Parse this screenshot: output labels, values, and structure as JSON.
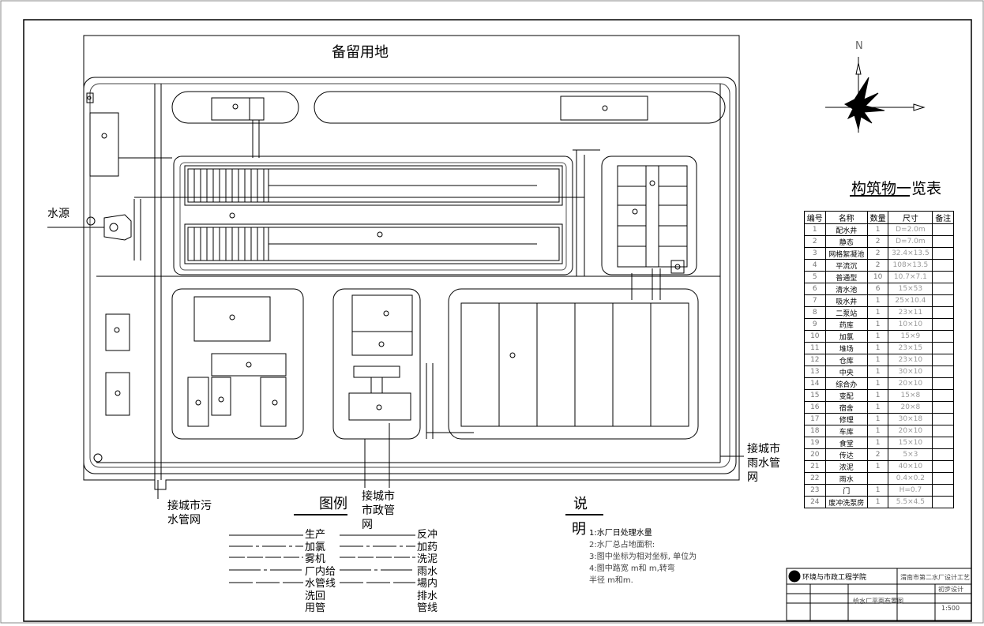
{
  "reserved_land": "备留用地",
  "north": "N",
  "water_source": "水源",
  "outlets": {
    "sewage": "接城市污\n水管网",
    "municipal": "接城市\n市政管\n网",
    "rain": "接城市\n雨水管\n网"
  },
  "legend": {
    "title": "图例",
    "left_items": [
      "生产",
      "加氯",
      "雾机",
      "厂内给",
      "水管线",
      "洗回",
      "用管"
    ],
    "right_items": [
      "反冲",
      "加药",
      "洗泥",
      "雨水",
      "場内",
      "排水",
      "管线"
    ]
  },
  "notes": {
    "title": "说",
    "title2": "明",
    "lines": [
      "1:水厂日处理水量",
      "2:水厂总占地面积:",
      "3:图中坐标为相对坐标, 单位为",
      "4:图中路宽 m和 m,转弯",
      "半径 m和m."
    ]
  },
  "structures_table": {
    "title": "构筑物一览表",
    "headers": [
      "编号",
      "名称",
      "数量",
      "尺寸",
      "备注"
    ],
    "rows": [
      [
        "1",
        "配水井",
        "1",
        "D=2.0m",
        ""
      ],
      [
        "2",
        "静态",
        "2",
        "D=7.0m",
        ""
      ],
      [
        "3",
        "网格絮凝池",
        "2",
        "32.4×13.5",
        ""
      ],
      [
        "4",
        "平流沉",
        "2",
        "108×13.5",
        ""
      ],
      [
        "5",
        "普通型",
        "10",
        "10.7×7.1",
        ""
      ],
      [
        "6",
        "清水池",
        "6",
        "15×53",
        ""
      ],
      [
        "7",
        "吸水井",
        "1",
        "25×10.4",
        ""
      ],
      [
        "8",
        "二泵站",
        "1",
        "23×11",
        ""
      ],
      [
        "9",
        "药库",
        "1",
        "10×10",
        ""
      ],
      [
        "10",
        "加氯",
        "1",
        "15×9",
        ""
      ],
      [
        "11",
        "堆场",
        "1",
        "23×15",
        ""
      ],
      [
        "12",
        "仓库",
        "1",
        "23×10",
        ""
      ],
      [
        "13",
        "中央",
        "1",
        "30×10",
        ""
      ],
      [
        "14",
        "综合办",
        "1",
        "20×10",
        ""
      ],
      [
        "15",
        "变配",
        "1",
        "15×8",
        ""
      ],
      [
        "16",
        "宿舍",
        "1",
        "20×8",
        ""
      ],
      [
        "17",
        "修理",
        "1",
        "30×18",
        ""
      ],
      [
        "18",
        "车库",
        "1",
        "20×10",
        ""
      ],
      [
        "19",
        "食堂",
        "1",
        "15×10",
        ""
      ],
      [
        "20",
        "传达",
        "2",
        "5×3",
        ""
      ],
      [
        "21",
        "浓泥",
        "1",
        "40×10",
        ""
      ],
      [
        "22",
        "雨水",
        "",
        "0.4×0.2",
        ""
      ],
      [
        "23",
        "门",
        "1",
        "H=0.7",
        ""
      ],
      [
        "24",
        "废冲洗泵房",
        "1",
        "5.5×4.5",
        ""
      ]
    ]
  },
  "title_block": {
    "school": "环境与市政工程学院",
    "project": "给水厂平面布置图",
    "city": "渭南市第二水厂设计工艺",
    "design": "初步设计",
    "scale": "1:500"
  }
}
